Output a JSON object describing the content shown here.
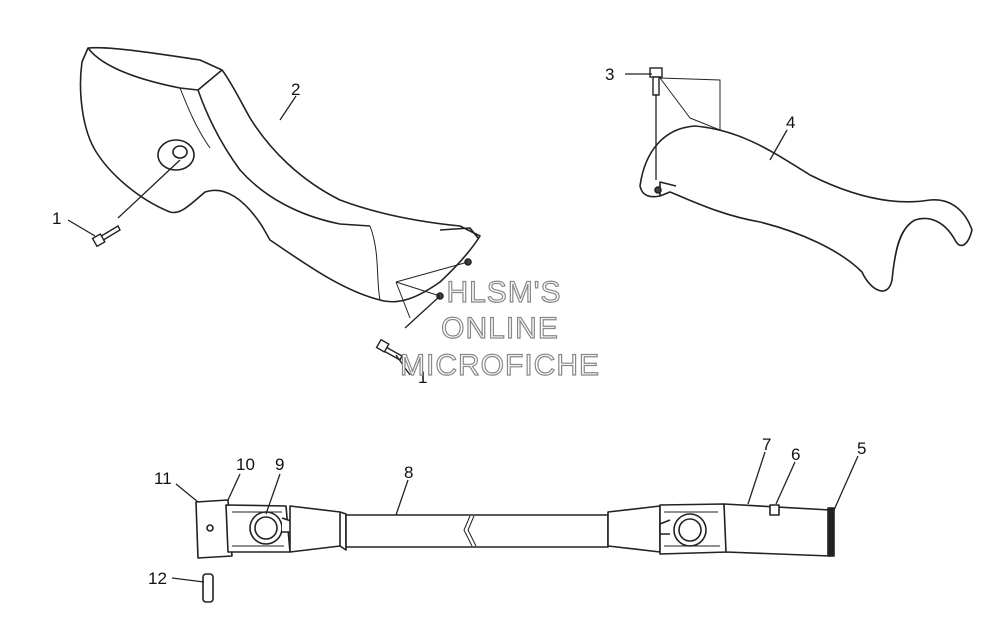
{
  "watermark": {
    "line1": "HLSM'S",
    "line2": "ONLINE",
    "line3": "MICROFICHE"
  },
  "callouts": {
    "c1a": "1",
    "c1b": "1",
    "c2": "2",
    "c3": "3",
    "c4": "4",
    "c5": "5",
    "c6": "6",
    "c7": "7",
    "c8": "8",
    "c9": "9",
    "c10": "10",
    "c11": "11",
    "c12": "12"
  }
}
